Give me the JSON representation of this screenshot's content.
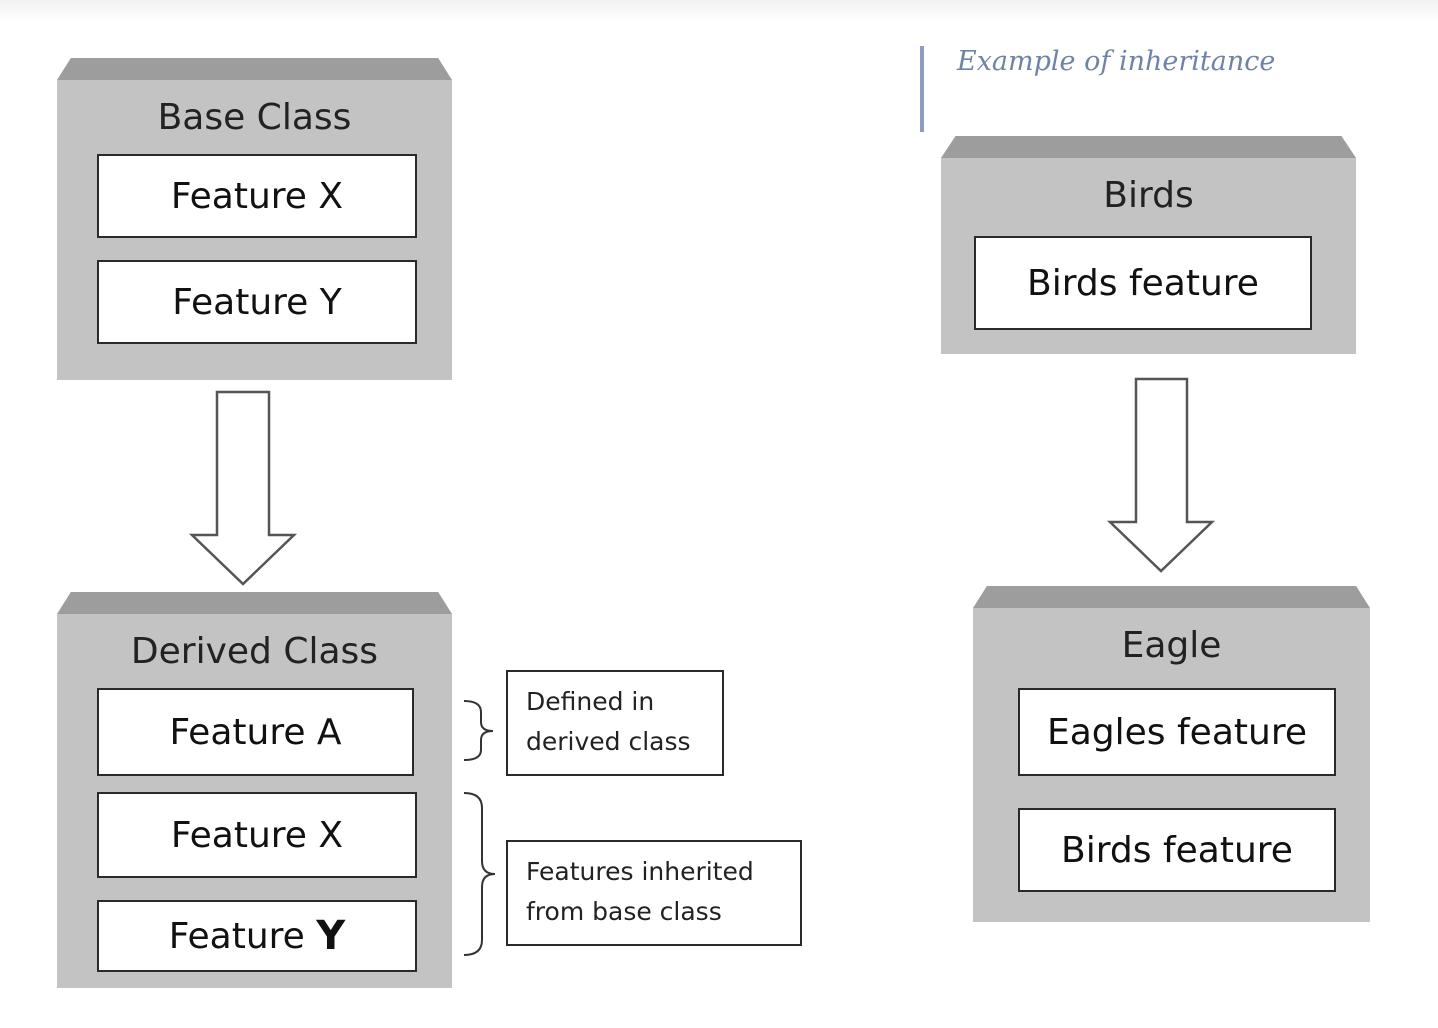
{
  "left_diagram": {
    "base": {
      "title": "Base Class",
      "features": [
        "Feature X",
        "Feature Y"
      ]
    },
    "derived": {
      "title": "Derived Class",
      "features": [
        "Feature A",
        "Feature X"
      ],
      "last_feature_prefix": "Feature ",
      "last_feature_emphasis": "Y"
    },
    "notes": {
      "defined": [
        "Defined in",
        "derived class"
      ],
      "inherited": [
        "Features inherited",
        "from base class"
      ]
    }
  },
  "right_diagram": {
    "caption": "Example of inheritance",
    "birds": {
      "title": "Birds",
      "features": [
        "Birds feature"
      ]
    },
    "eagle": {
      "title": "Eagle",
      "features": [
        "Eagles feature",
        "Birds feature"
      ]
    }
  },
  "colors": {
    "block_fill": "#c3c3c3",
    "block_cap": "#9d9d9d",
    "caption": "#6e83a6"
  }
}
